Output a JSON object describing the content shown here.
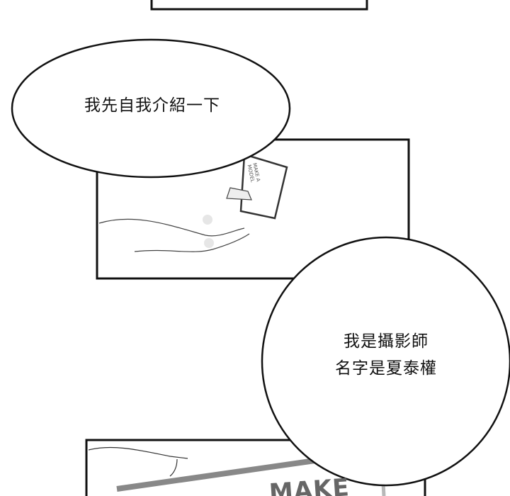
{
  "bubbles": {
    "intro": "我先自我介紹一下",
    "circle_line1": "我是攝影師",
    "circle_line2": "名字是夏泰權"
  },
  "panel_art": {
    "card_text": "MAKE A MODEL",
    "bottom_card_text": "MAKE"
  }
}
